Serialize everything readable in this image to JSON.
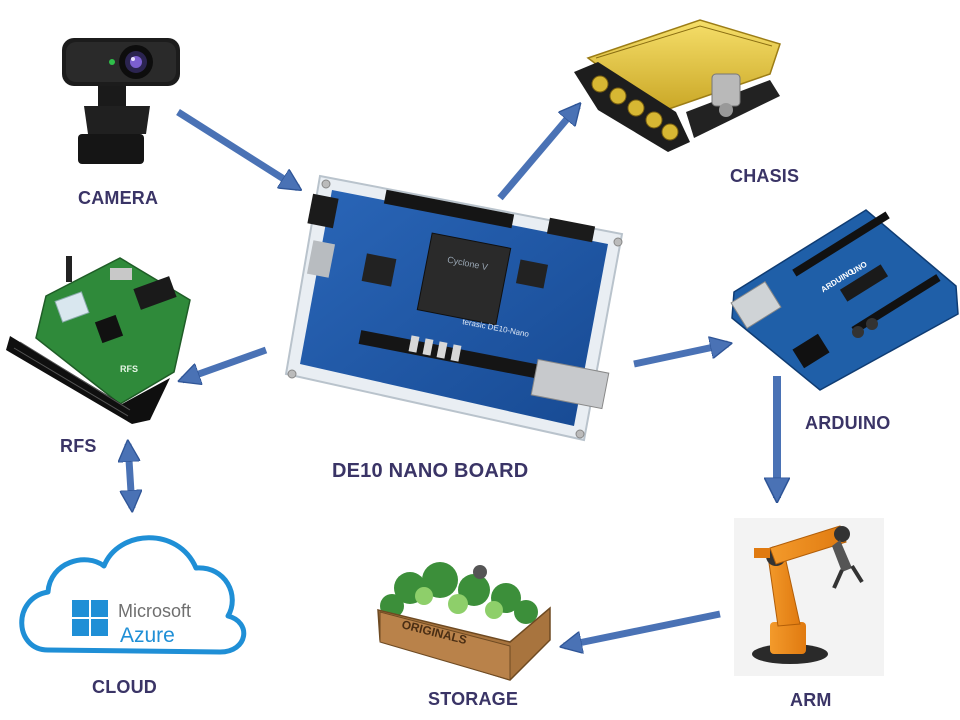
{
  "nodes": {
    "camera": {
      "label": "CAMERA"
    },
    "chasis": {
      "label": "CHASIS"
    },
    "rfs": {
      "label": "RFS",
      "board_text": "RFS"
    },
    "board": {
      "label": "DE10 NANO BOARD",
      "chip_text": "Cyclone V",
      "silk_text": "terasic  DE10-Nano"
    },
    "arduino": {
      "label": "ARDUINO",
      "logo_text": "ARDUINO",
      "model_text": "UNO"
    },
    "cloud": {
      "label": "CLOUD",
      "logo_line1": "Microsoft",
      "logo_line2": "Azure"
    },
    "storage": {
      "label": "STORAGE",
      "box_text": "ORIGINALS"
    },
    "arm": {
      "label": "ARM"
    }
  },
  "edges": [
    {
      "from": "camera",
      "to": "board"
    },
    {
      "from": "board",
      "to": "chasis"
    },
    {
      "from": "board",
      "to": "rfs"
    },
    {
      "from": "board",
      "to": "arduino"
    },
    {
      "from": "rfs",
      "to": "cloud",
      "bidirectional": true
    },
    {
      "from": "arduino",
      "to": "arm"
    },
    {
      "from": "arm",
      "to": "storage"
    }
  ],
  "colors": {
    "arrow": "#4a72b5",
    "label": "#3a3466",
    "pcb": "#1f57a8",
    "azure": "#1f8fd6"
  }
}
